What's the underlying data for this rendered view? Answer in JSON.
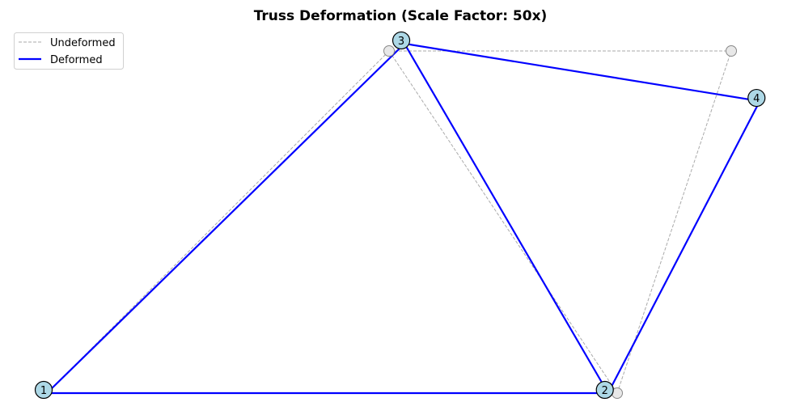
{
  "chart_data": {
    "type": "diagram",
    "title": "Truss Deformation (Scale Factor: 50x)",
    "scale_factor": 50,
    "legend": {
      "placement": "top-left",
      "entries": [
        "Undeformed",
        "Deformed"
      ]
    },
    "nodes": [
      {
        "id": "1",
        "undeformed": [
          0,
          0
        ],
        "deformed": [
          0,
          0
        ]
      },
      {
        "id": "2",
        "undeformed": [
          5,
          0
        ],
        "deformed": [
          4.92,
          0
        ]
      },
      {
        "id": "3",
        "undeformed": [
          3,
          3
        ],
        "deformed": [
          3.135,
          3.064
        ]
      },
      {
        "id": "4",
        "undeformed": [
          6,
          3
        ],
        "deformed": [
          6.25,
          2.56
        ]
      }
    ],
    "elements": [
      [
        "1",
        "2"
      ],
      [
        "1",
        "3"
      ],
      [
        "2",
        "3"
      ],
      [
        "3",
        "4"
      ],
      [
        "2",
        "4"
      ]
    ],
    "colors": {
      "undeformed": "#aaaaaa",
      "deformed": "#0000ff",
      "node_fill": "#add8e6",
      "ghost_fill": "#e8e8e8"
    }
  }
}
